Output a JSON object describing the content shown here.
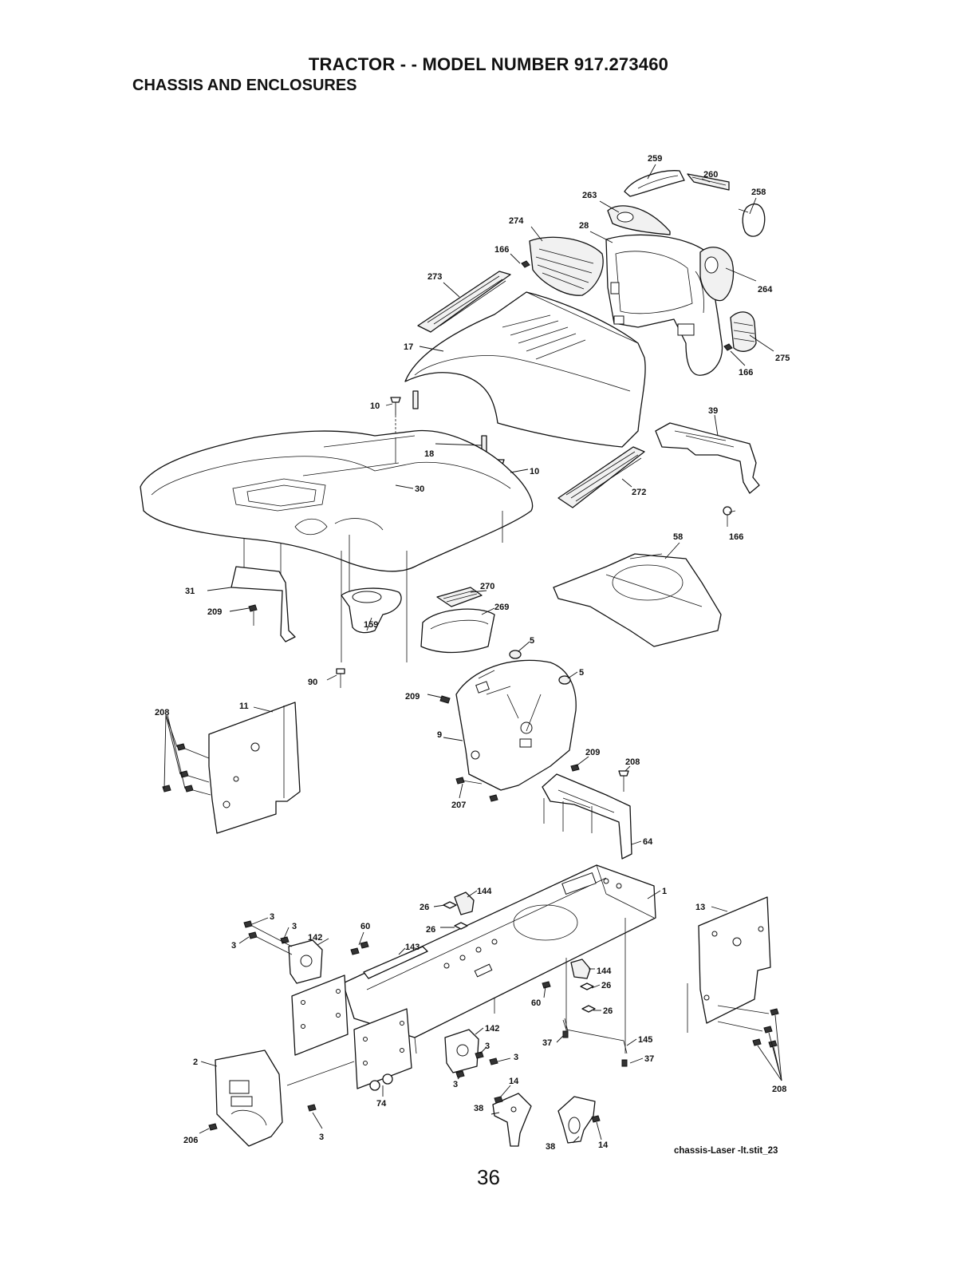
{
  "header": {
    "title": "TRACTOR - - MODEL NUMBER 917.273460",
    "subtitle": "CHASSIS AND ENCLOSURES"
  },
  "footer": {
    "page_number": "36",
    "drawing_code": "chassis-Laser -lt.stit_23"
  },
  "callouts": [
    {
      "id": "c259",
      "text": "259"
    },
    {
      "id": "c260",
      "text": "260"
    },
    {
      "id": "c258",
      "text": "258"
    },
    {
      "id": "c263",
      "text": "263"
    },
    {
      "id": "c274",
      "text": "274"
    },
    {
      "id": "c28",
      "text": "28"
    },
    {
      "id": "c166a",
      "text": "166"
    },
    {
      "id": "c273",
      "text": "273"
    },
    {
      "id": "c264",
      "text": "264"
    },
    {
      "id": "c275",
      "text": "275"
    },
    {
      "id": "c166b",
      "text": "166"
    },
    {
      "id": "c17",
      "text": "17"
    },
    {
      "id": "c10a",
      "text": "10"
    },
    {
      "id": "c18",
      "text": "18"
    },
    {
      "id": "c10b",
      "text": "10"
    },
    {
      "id": "c39",
      "text": "39"
    },
    {
      "id": "c30",
      "text": "30"
    },
    {
      "id": "c272",
      "text": "272"
    },
    {
      "id": "c166c",
      "text": "166"
    },
    {
      "id": "c58",
      "text": "58"
    },
    {
      "id": "c270",
      "text": "270"
    },
    {
      "id": "c269",
      "text": "269"
    },
    {
      "id": "c31",
      "text": "31"
    },
    {
      "id": "c209a",
      "text": "209"
    },
    {
      "id": "c159",
      "text": "159"
    },
    {
      "id": "c5a",
      "text": "5"
    },
    {
      "id": "c5b",
      "text": "5"
    },
    {
      "id": "c90",
      "text": "90"
    },
    {
      "id": "c209b",
      "text": "209"
    },
    {
      "id": "c208a",
      "text": "208"
    },
    {
      "id": "c11",
      "text": "11"
    },
    {
      "id": "c9",
      "text": "9"
    },
    {
      "id": "c209c",
      "text": "209"
    },
    {
      "id": "c208b",
      "text": "208"
    },
    {
      "id": "c207",
      "text": "207"
    },
    {
      "id": "c64",
      "text": "64"
    },
    {
      "id": "c144a",
      "text": "144"
    },
    {
      "id": "c1",
      "text": "1"
    },
    {
      "id": "c26a",
      "text": "26"
    },
    {
      "id": "c13",
      "text": "13"
    },
    {
      "id": "c3a",
      "text": "3"
    },
    {
      "id": "c3b",
      "text": "3"
    },
    {
      "id": "c3c",
      "text": "3"
    },
    {
      "id": "c60a",
      "text": "60"
    },
    {
      "id": "c142a",
      "text": "142"
    },
    {
      "id": "c26b",
      "text": "26"
    },
    {
      "id": "c143",
      "text": "143"
    },
    {
      "id": "c144b",
      "text": "144"
    },
    {
      "id": "c26c",
      "text": "26"
    },
    {
      "id": "c60b",
      "text": "60"
    },
    {
      "id": "c26d",
      "text": "26"
    },
    {
      "id": "c142b",
      "text": "142"
    },
    {
      "id": "c37a",
      "text": "37"
    },
    {
      "id": "c145",
      "text": "145"
    },
    {
      "id": "c3d",
      "text": "3"
    },
    {
      "id": "c3e",
      "text": "3"
    },
    {
      "id": "c37b",
      "text": "37"
    },
    {
      "id": "c2",
      "text": "2"
    },
    {
      "id": "c3f",
      "text": "3"
    },
    {
      "id": "c14a",
      "text": "14"
    },
    {
      "id": "c74",
      "text": "74"
    },
    {
      "id": "c38a",
      "text": "38"
    },
    {
      "id": "c208c",
      "text": "208"
    },
    {
      "id": "c206",
      "text": "206"
    },
    {
      "id": "c3g",
      "text": "3"
    },
    {
      "id": "c38b",
      "text": "38"
    },
    {
      "id": "c14b",
      "text": "14"
    }
  ]
}
